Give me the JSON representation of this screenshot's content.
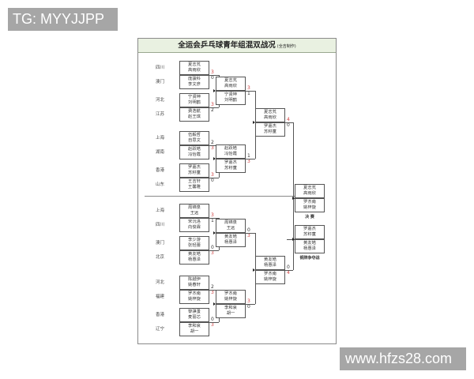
{
  "watermarks": {
    "top_left": "TG: MYYJJPP",
    "bottom_right": "www.hfzs28.com"
  },
  "title": {
    "main": "全运会乒乓球青年组混双战况",
    "note": "(全吉制作)"
  },
  "round1": [
    {
      "province": "四川",
      "p1": "夏志芄",
      "p2": "高雨欣",
      "score": "3",
      "win": true
    },
    {
      "province": "澳门",
      "p1": "庞骏科",
      "p2": "李文彦",
      "score": "0",
      "win": false
    },
    {
      "province": "河北",
      "p1": "宁贤坤",
      "p2": "刘明鹤",
      "score": "3",
      "win": true
    },
    {
      "province": "江苏",
      "p1": "费浩航",
      "p2": "赵王琪",
      "score": "2",
      "win": false
    },
    {
      "province": "上海",
      "p1": "伍毅哲",
      "p2": "自思文",
      "score": "2",
      "win": false
    },
    {
      "province": "湖南",
      "p1": "赵跃皓",
      "p2": "冯怡霞",
      "score": "3",
      "win": true
    },
    {
      "province": "香港",
      "p1": "罗嘉杰",
      "p2": "苏籽童",
      "score": "3",
      "win": true
    },
    {
      "province": "山东",
      "p1": "王吉轩",
      "p2": "王馨雅",
      "score": "0",
      "win": false
    },
    {
      "province": "上海",
      "p1": "周锦泉",
      "p2": "王远",
      "score": "3",
      "win": true
    },
    {
      "province": "四川",
      "p1": "宋沅洛",
      "p2": "向俊霖",
      "score": "1",
      "win": false
    },
    {
      "province": "澳门",
      "p1": "李少游",
      "p2": "张轻蕾",
      "score": "0",
      "win": false
    },
    {
      "province": "北京",
      "p1": "黄友皓",
      "p2": "杨惠泽",
      "score": "3",
      "win": true
    },
    {
      "province": "河北",
      "p1": "陈越伊",
      "p2": "姚春轩",
      "score": "2",
      "win": false
    },
    {
      "province": "福建",
      "p1": "罗杰南",
      "p2": "姚梓旋",
      "score": "3",
      "win": true
    },
    {
      "province": "香港",
      "p1": "黎骐蚤",
      "p2": "麦丽芯",
      "score": "0",
      "win": false
    },
    {
      "province": "辽宁",
      "p1": "李和哀",
      "p2": "胡一",
      "score": "3",
      "win": true
    }
  ],
  "round2": [
    {
      "p1": "夏志芄",
      "p2": "高雨欣",
      "score": "3",
      "win": true
    },
    {
      "p1": "宁贤坤",
      "p2": "刘明鹤",
      "score": "1",
      "win": false
    },
    {
      "p1": "赵跃皓",
      "p2": "冯怡霞",
      "score": "1",
      "win": false
    },
    {
      "p1": "罗嘉杰",
      "p2": "苏籽童",
      "score": "3",
      "win": true
    },
    {
      "p1": "周锦泉",
      "p2": "王远",
      "score": "0",
      "win": false
    },
    {
      "p1": "黄友皓",
      "p2": "杨惠泽",
      "score": "3",
      "win": true
    },
    {
      "p1": "罗杰南",
      "p2": "姚梓旋",
      "score": "3",
      "win": true
    },
    {
      "p1": "李和哀",
      "p2": "胡一",
      "score": "0",
      "win": false
    }
  ],
  "semis": [
    {
      "p1": "夏志芄",
      "p2": "高雨欣",
      "score": "4",
      "win": true
    },
    {
      "p1": "罗嘉杰",
      "p2": "苏籽童",
      "score": "0",
      "win": false
    },
    {
      "p1": "黄友皓",
      "p2": "杨惠泽",
      "score": "0",
      "win": false
    },
    {
      "p1": "罗杰南",
      "p2": "姚梓旋",
      "score": "4",
      "win": true
    }
  ],
  "final": {
    "label": "决 赛",
    "teams": [
      {
        "p1": "夏志芄",
        "p2": "高雨欣"
      },
      {
        "p1": "罗杰南",
        "p2": "姚梓旋"
      }
    ]
  },
  "bronze": {
    "label": "铜牌争夺战",
    "teams": [
      {
        "p1": "罗嘉杰",
        "p2": "苏籽童"
      },
      {
        "p1": "黄友皓",
        "p2": "杨惠泽"
      }
    ]
  }
}
